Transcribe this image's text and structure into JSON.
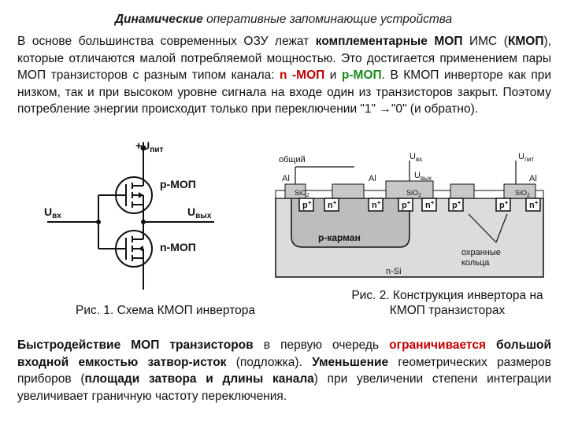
{
  "title": {
    "bold_part": "Динамические",
    "rest": " оперативные запоминающие устройства"
  },
  "intro": {
    "p1": "В основе большинства современных ОЗУ лежат ",
    "p2_bold": "комплементарные МОП",
    "p3": " ИМС (",
    "p4_bold": "КМОП",
    "p5": "), которые отличаются малой потребляемой мощностью. Это достигается применением пары МОП транзисторов с разным типом канала: ",
    "p6_red": "n -МОП",
    "p7": " и ",
    "p8_green": "p-МОП",
    "p9": ". В КМОП инверторе как при низком, так и при высоком уровне сигнала на входе один из транзисторов закрыт. Поэтому потребление энергии происходит только при переключении \"1\" →\"0\" (и обратно)."
  },
  "fig1": {
    "vdd": "+U",
    "vdd_sub": "пит",
    "pmos": "р-МОП",
    "nmos": "n-МОП",
    "in": "U",
    "in_sub": "вх",
    "out": "U",
    "out_sub": "вых",
    "caption": "Рис. 1. Схема КМОП инвертора"
  },
  "fig2": {
    "common": "общий",
    "uin": "U",
    "uin_sub": "вх",
    "uout": "U",
    "uout_sub": "вых",
    "upit": "U",
    "upit_sub": "пит",
    "al": "Al",
    "sio2": "SiO",
    "sio2_sub": "2",
    "pplus": "p",
    "nplus": "n",
    "plus": "+",
    "pwell": "p-карман",
    "guard": "охранные\nкольца",
    "nsi": "n-Si",
    "caption": "Рис. 2. Конструкция инвертора на КМОП транзисторах"
  },
  "bottom": {
    "b1": "Быстродействие МОП транзисторов",
    "t1": " в первую очередь ",
    "r1": "ограничивается",
    "b2": " большой входной емкостью затвор-исток",
    "t2": " (подложка). ",
    "b3": "Уменьшение",
    "t3": " геометрических размеров приборов (",
    "b4": "площади затвора и длины канала",
    "t4": ") при увеличении степени интеграции увеличивает граничную частоту переключения."
  }
}
